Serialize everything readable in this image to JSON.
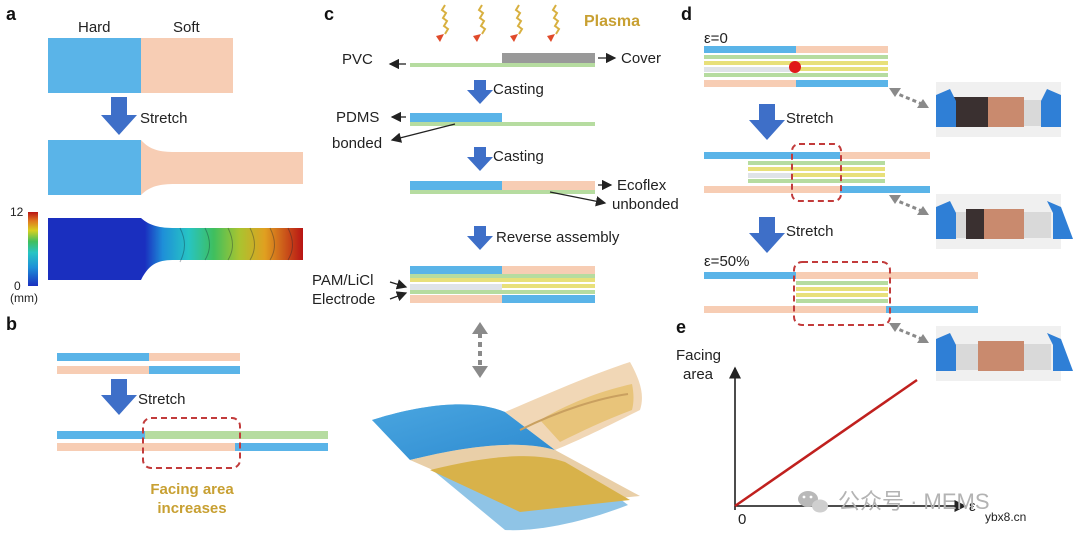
{
  "panels": {
    "a": {
      "letter": "a",
      "hard_label": "Hard",
      "soft_label": "Soft",
      "stretch_label": "Stretch",
      "colorbar": {
        "max_label": "12",
        "min_label": "0",
        "unit_label": "(mm)"
      }
    },
    "b": {
      "letter": "b",
      "stretch_label": "Stretch",
      "facing_line1": "Facing area",
      "facing_line2": "increases"
    },
    "c": {
      "letter": "c",
      "plasma_label": "Plasma",
      "pvc_label": "PVC",
      "cover_label": "Cover",
      "casting1_label": "Casting",
      "pdms_label": "PDMS",
      "bonded_label": "bonded",
      "casting2_label": "Casting",
      "ecoflex_label": "Ecoflex",
      "unbonded_label": "unbonded",
      "reverse_label": "Reverse  assembly",
      "pam_label": "PAM/LiCl",
      "electrode_label": "Electrode"
    },
    "d": {
      "letter": "d",
      "eps0_label": "ε=0",
      "stretch1_label": "Stretch",
      "stretch2_label": "Stretch",
      "eps50_label": "ε=50%"
    },
    "e": {
      "letter": "e",
      "ylabel_line1": "Facing",
      "ylabel_line2": "area",
      "xlabel": "ε",
      "origin_label": "0"
    }
  },
  "watermark": {
    "text": "公众号 · MEMS",
    "site": "ybx8.cn"
  },
  "colors": {
    "blue": "#5ab4e8",
    "peach": "#f7cdb4",
    "green": "#b6dca0",
    "yellow": "#e8e07a",
    "gray": "#999999",
    "arrow_blue": "#3e6fc8",
    "red_dash": "#c23b3b",
    "plasma_gold": "#c8a032",
    "line_red": "#c0201e"
  },
  "chart_data": {
    "type": "line",
    "x": [
      0,
      1
    ],
    "y": [
      0,
      1
    ],
    "xlabel": "ε",
    "ylabel": "Facing area"
  }
}
